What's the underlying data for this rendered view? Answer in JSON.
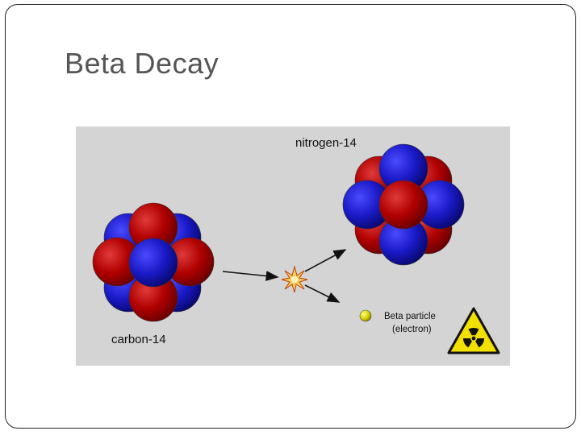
{
  "slide": {
    "title": "Beta Decay"
  },
  "figure": {
    "labels": {
      "parent": "carbon-14",
      "daughter": "nitrogen-14",
      "particle": "Beta particle",
      "particle_note": "(electron)"
    },
    "colors": {
      "background": "#d4d4d4",
      "proton": "#b00000",
      "neutron": "#1a1ac8",
      "beta_particle": "#d8d000",
      "hazard_yellow": "#f2e000"
    },
    "icons": [
      "burst-icon",
      "radiation-hazard-icon"
    ]
  }
}
